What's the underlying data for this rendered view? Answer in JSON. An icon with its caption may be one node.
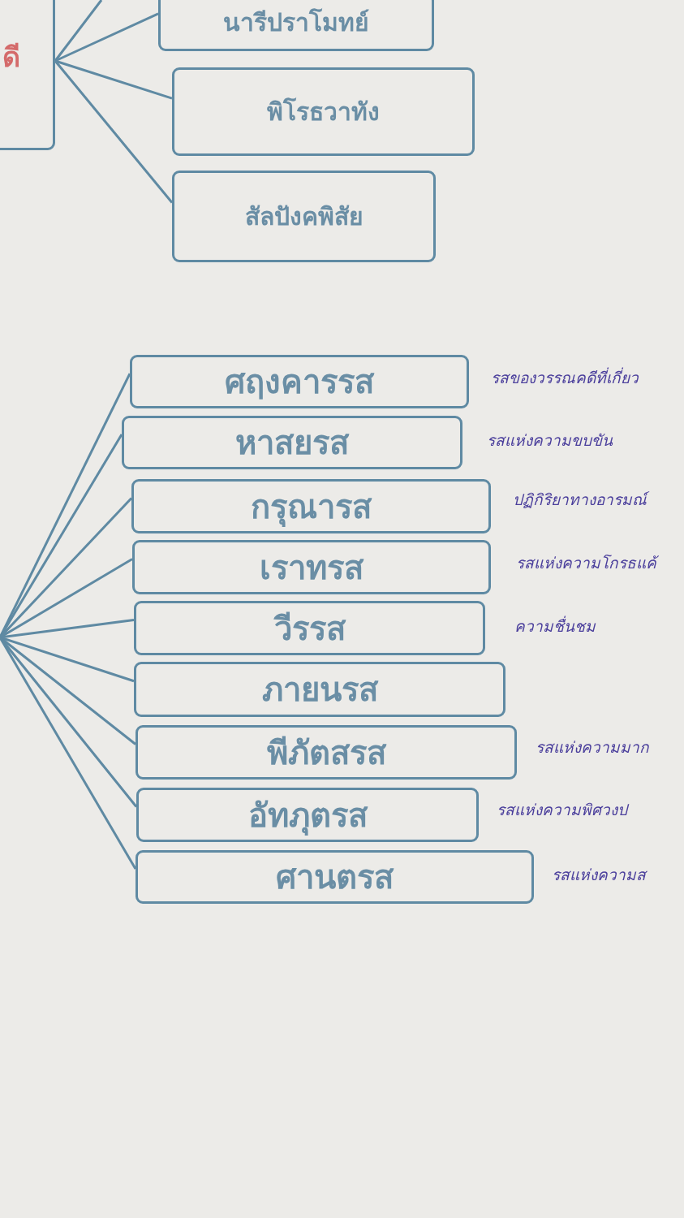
{
  "diagram": {
    "nodes": [
      {
        "text": [
          "ดี"
        ]
      },
      {
        "text": [
          "นารีปราโมทย์"
        ]
      },
      {
        "text": [
          "พิโรธวาทัง"
        ]
      },
      {
        "text": [
          "สัลปังคพิสัย"
        ]
      },
      {
        "text": [
          "ศฤงคารรส"
        ],
        "beside": [
          "รสของวรรณคดีที่เกี่ยว"
        ]
      },
      {
        "text": [
          "หาสยรส"
        ],
        "beside": [
          "รสแห่งความขบขัน"
        ]
      },
      {
        "text": [
          "กรุณารส"
        ],
        "beside": [
          "ปฏิกิริยาทางอารมณ์"
        ]
      },
      {
        "text": [
          "เราทรส"
        ],
        "beside": [
          "รสแห่งความโกรธแค้"
        ]
      },
      {
        "text": [
          "วีรรส"
        ],
        "beside": [
          "ความชื่นชม"
        ]
      },
      {
        "text": [
          "ภายนรส"
        ]
      },
      {
        "text": [
          "พีภัตสรส"
        ],
        "beside": [
          "รสแห่งความมาก"
        ]
      },
      {
        "text": [
          "อัทภุตรส"
        ],
        "beside": [
          "รสแห่งความพิศวงป"
        ]
      },
      {
        "text": [
          "ศานตรส"
        ],
        "beside": [
          "รสแห่งความส"
        ]
      }
    ],
    "edges": [
      {
        "from": 0,
        "to": null,
        "arrow": "none"
      },
      {
        "from": 0,
        "to": 1,
        "arrow": "none"
      },
      {
        "from": 0,
        "to": 2,
        "arrow": "none"
      },
      {
        "from": 0,
        "to": 3,
        "arrow": "none"
      },
      {
        "from": null,
        "to": 4,
        "arrow": "none"
      },
      {
        "from": null,
        "to": 5,
        "arrow": "none"
      },
      {
        "from": null,
        "to": 6,
        "arrow": "none"
      },
      {
        "from": null,
        "to": 7,
        "arrow": "none"
      },
      {
        "from": null,
        "to": 8,
        "arrow": "none"
      },
      {
        "from": null,
        "to": 9,
        "arrow": "none"
      },
      {
        "from": null,
        "to": 10,
        "arrow": "none"
      },
      {
        "from": null,
        "to": 11,
        "arrow": "none"
      },
      {
        "from": null,
        "to": 12,
        "arrow": "none"
      }
    ]
  }
}
